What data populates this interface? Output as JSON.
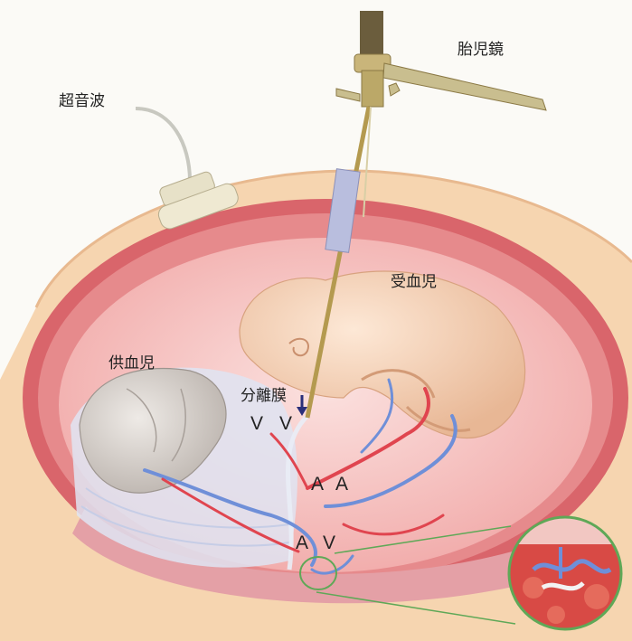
{
  "labels": {
    "fetoscope": "胎児鏡",
    "ultrasound": "超音波",
    "recipient": "受血児",
    "donor": "供血児",
    "membrane": "分離膜"
  },
  "vessel_marks": {
    "v_left": "V",
    "v_right": "V",
    "a_mid_left": "A",
    "a_mid_right": "A",
    "a_bottom": "A",
    "v_bottom": "V"
  },
  "colors": {
    "uterus_wall": "#d9656b",
    "amniotic": "#f2b8b8",
    "skin": "#f1c9a8",
    "artery": "#e0454f",
    "vein": "#6f8fd8",
    "zoom_circle": "#5fa857",
    "arrow": "#2a2f7a"
  }
}
